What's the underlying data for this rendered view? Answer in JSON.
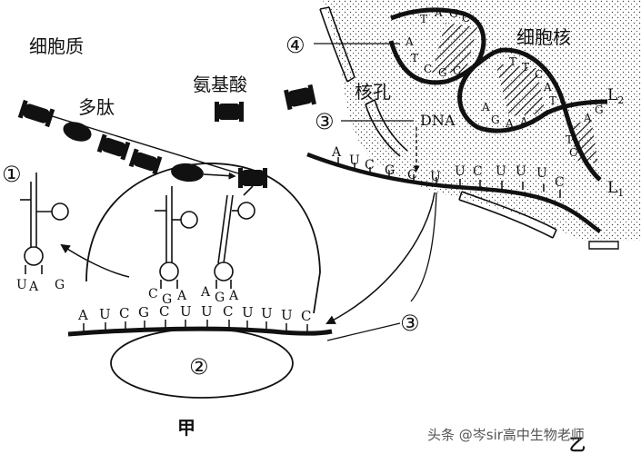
{
  "labels": {
    "cytoplasm": "细胞质",
    "nucleus": "细胞核",
    "amino_acid": "氨基酸",
    "polypeptide": "多肽",
    "nuclear_pore": "核孔",
    "dna": "DNA",
    "l1": "L",
    "l1_sub": "1",
    "l2": "L",
    "l2_sub": "2",
    "figure_jia": "甲",
    "figure_yi": "乙"
  },
  "markers": {
    "m1": "①",
    "m2": "②",
    "m3_top": "③",
    "m3_bottom": "③",
    "m4": "④"
  },
  "mrna_bottom": [
    "A",
    "U",
    "C",
    "G",
    "C",
    "U",
    "U",
    "C",
    "U",
    "U",
    "U",
    "C"
  ],
  "mrna_right": [
    "A",
    "U",
    "C",
    "G",
    "C",
    "U",
    "U",
    "C",
    "U",
    "U",
    "U",
    "C"
  ],
  "anticodons": {
    "free": [
      "U",
      "A",
      "G"
    ],
    "middle": [
      "C",
      "G",
      "A"
    ],
    "right": [
      "A",
      "G",
      "A"
    ]
  },
  "dna_bases": {
    "upper_strand": [
      "T",
      "A",
      "G",
      "C"
    ],
    "upper_strand_lower": [
      "A",
      "T",
      "C",
      "G",
      "C"
    ],
    "mid_strand": [
      "T",
      "T",
      "C",
      "A",
      "T"
    ],
    "mid_strand_lower": [
      "A",
      "G",
      "A",
      "A"
    ],
    "right_strand": [
      "A",
      "G",
      "T",
      "C"
    ]
  },
  "watermark": "头条 @岑sir高中生物老师"
}
